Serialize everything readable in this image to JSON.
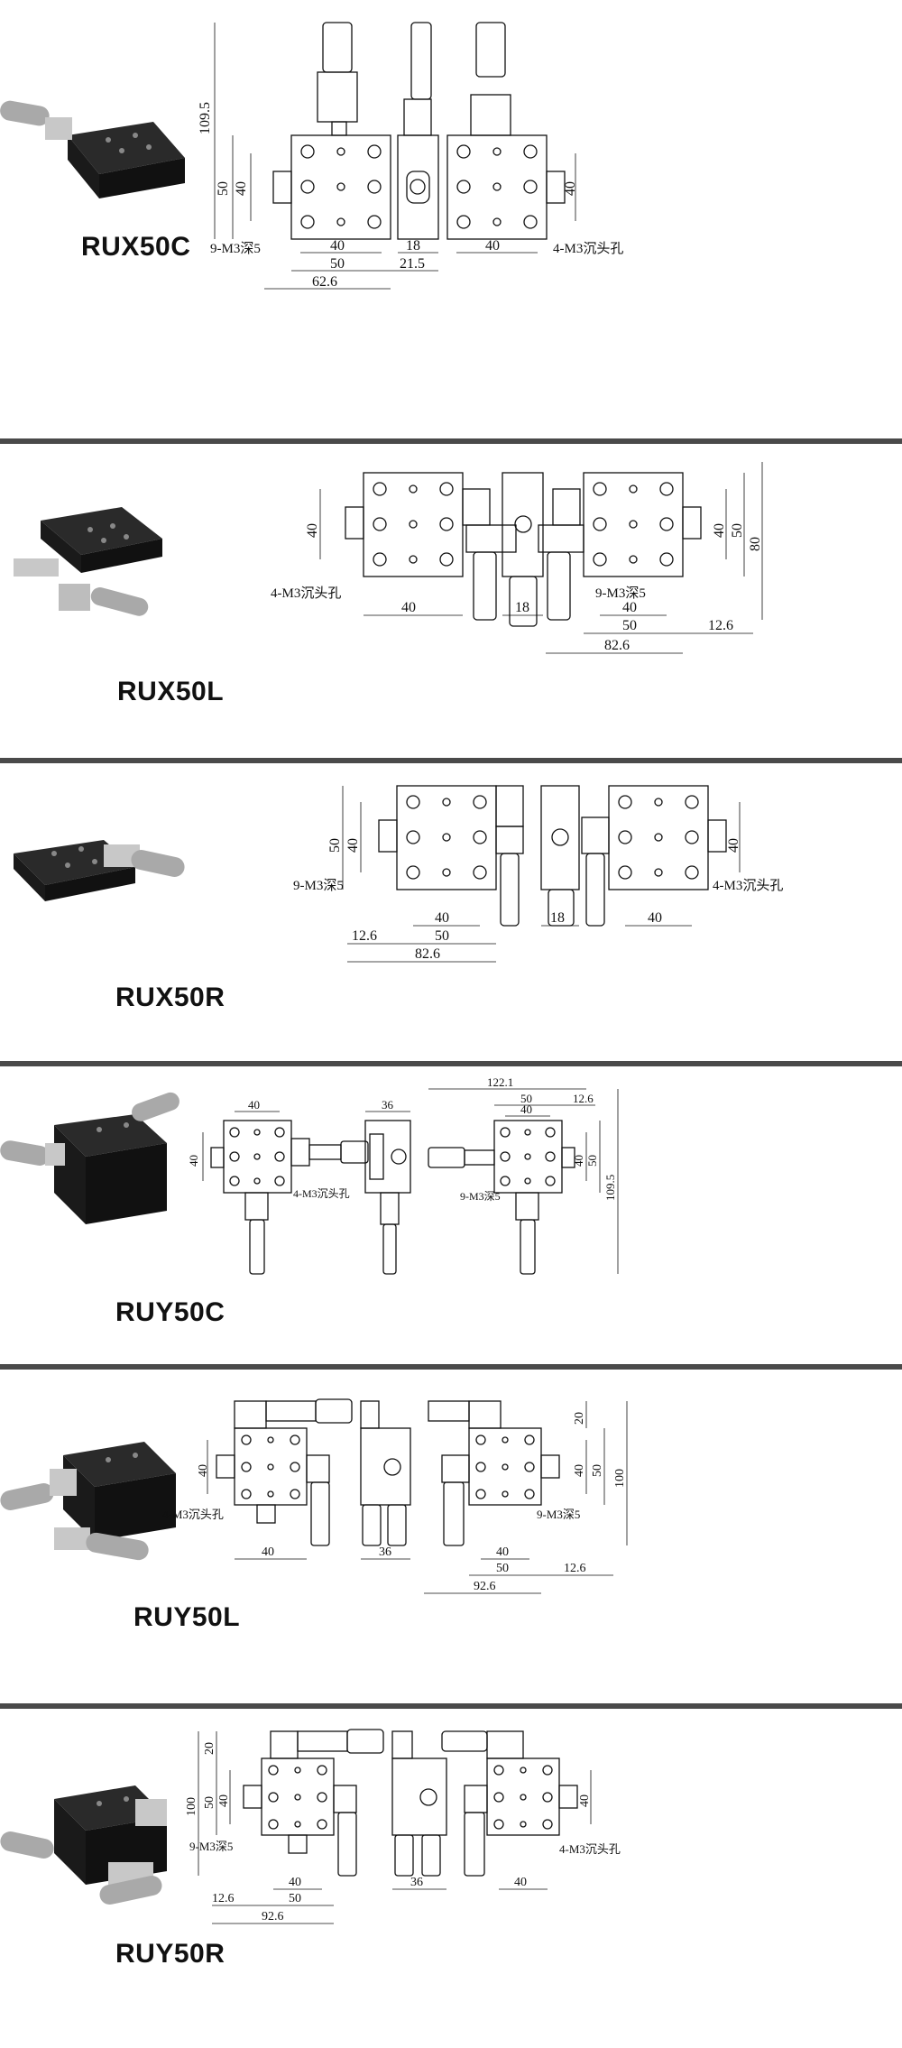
{
  "sections": [
    {
      "model": "RUX50C",
      "dims": {
        "d1": "109.5",
        "d2": "50",
        "d3": "40",
        "d4": "40",
        "d5": "50",
        "d6": "62.6",
        "d7": "18",
        "d8": "21.5",
        "d9": "40",
        "d10": "40"
      },
      "notes": {
        "tap": "9-M3深5",
        "csk": "4-M3沉头孔"
      }
    },
    {
      "model": "RUX50L",
      "dims": {
        "d1": "40",
        "d2": "40",
        "d3": "18",
        "d4": "40",
        "d5": "50",
        "d6": "82.6",
        "d7": "12.6",
        "d8": "40",
        "d9": "50",
        "d10": "80"
      },
      "notes": {
        "csk": "4-M3沉头孔",
        "tap": "9-M3深5"
      }
    },
    {
      "model": "RUX50R",
      "dims": {
        "d1": "50",
        "d2": "40",
        "d3": "40",
        "d4": "50",
        "d5": "82.6",
        "d6": "12.6",
        "d7": "18",
        "d8": "40",
        "d9": "40"
      },
      "notes": {
        "tap": "9-M3深5",
        "csk": "4-M3沉头孔"
      }
    },
    {
      "model": "RUY50C",
      "dims": {
        "d1": "40",
        "d2": "40",
        "d3": "36",
        "d4": "122.1",
        "d5": "50",
        "d6": "40",
        "d7": "12.6",
        "d8": "40",
        "d9": "50",
        "d10": "109.5"
      },
      "notes": {
        "csk": "4-M3沉头孔",
        "tap": "9-M3深5"
      }
    },
    {
      "model": "RUY50L",
      "dims": {
        "d1": "40",
        "d2": "40",
        "d3": "36",
        "d4": "20",
        "d5": "40",
        "d6": "50",
        "d7": "100",
        "d8": "40",
        "d9": "50",
        "d10": "92.6",
        "d11": "12.6"
      },
      "notes": {
        "csk": "4-M3沉头孔",
        "tap": "9-M3深5"
      }
    },
    {
      "model": "RUY50R",
      "dims": {
        "d1": "20",
        "d2": "50",
        "d3": "40",
        "d4": "100",
        "d5": "40",
        "d6": "50",
        "d7": "92.6",
        "d8": "12.6",
        "d9": "36",
        "d10": "40",
        "d11": "40"
      },
      "notes": {
        "tap": "9-M3深5",
        "csk": "4-M3沉头孔"
      }
    }
  ]
}
